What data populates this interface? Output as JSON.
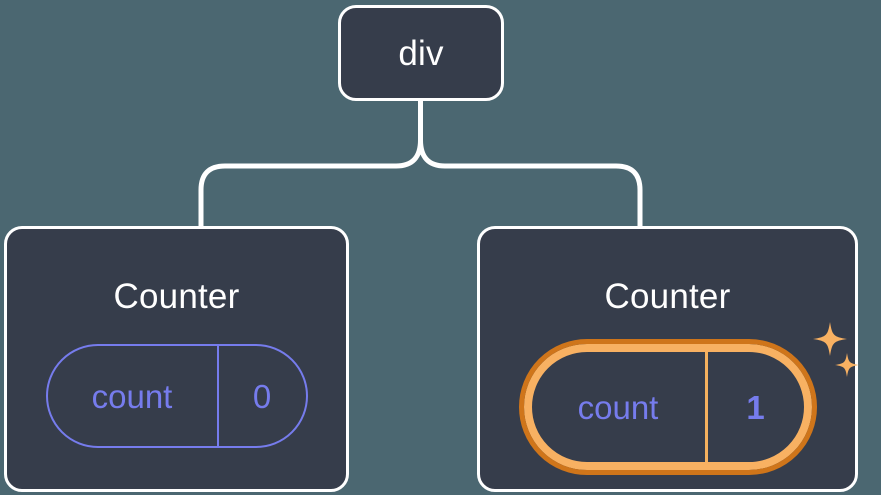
{
  "diagram": {
    "type": "component-tree",
    "background_color": "#4b6771",
    "node_fill_color": "#363d4b",
    "node_border_color": "#ffffff",
    "connector_color": "#ffffff",
    "state_color": "#767ced",
    "highlight_color_light": "#f8b162",
    "highlight_color_dark": "#cf751a",
    "root": {
      "label": "div"
    },
    "children": [
      {
        "title": "Counter",
        "state": {
          "key": "count",
          "value": "0",
          "highlighted": false,
          "value_bold": false
        }
      },
      {
        "title": "Counter",
        "state": {
          "key": "count",
          "value": "1",
          "highlighted": true,
          "value_bold": true,
          "sparkle_icons": [
            "sparkle-large",
            "sparkle-small"
          ]
        }
      }
    ]
  }
}
